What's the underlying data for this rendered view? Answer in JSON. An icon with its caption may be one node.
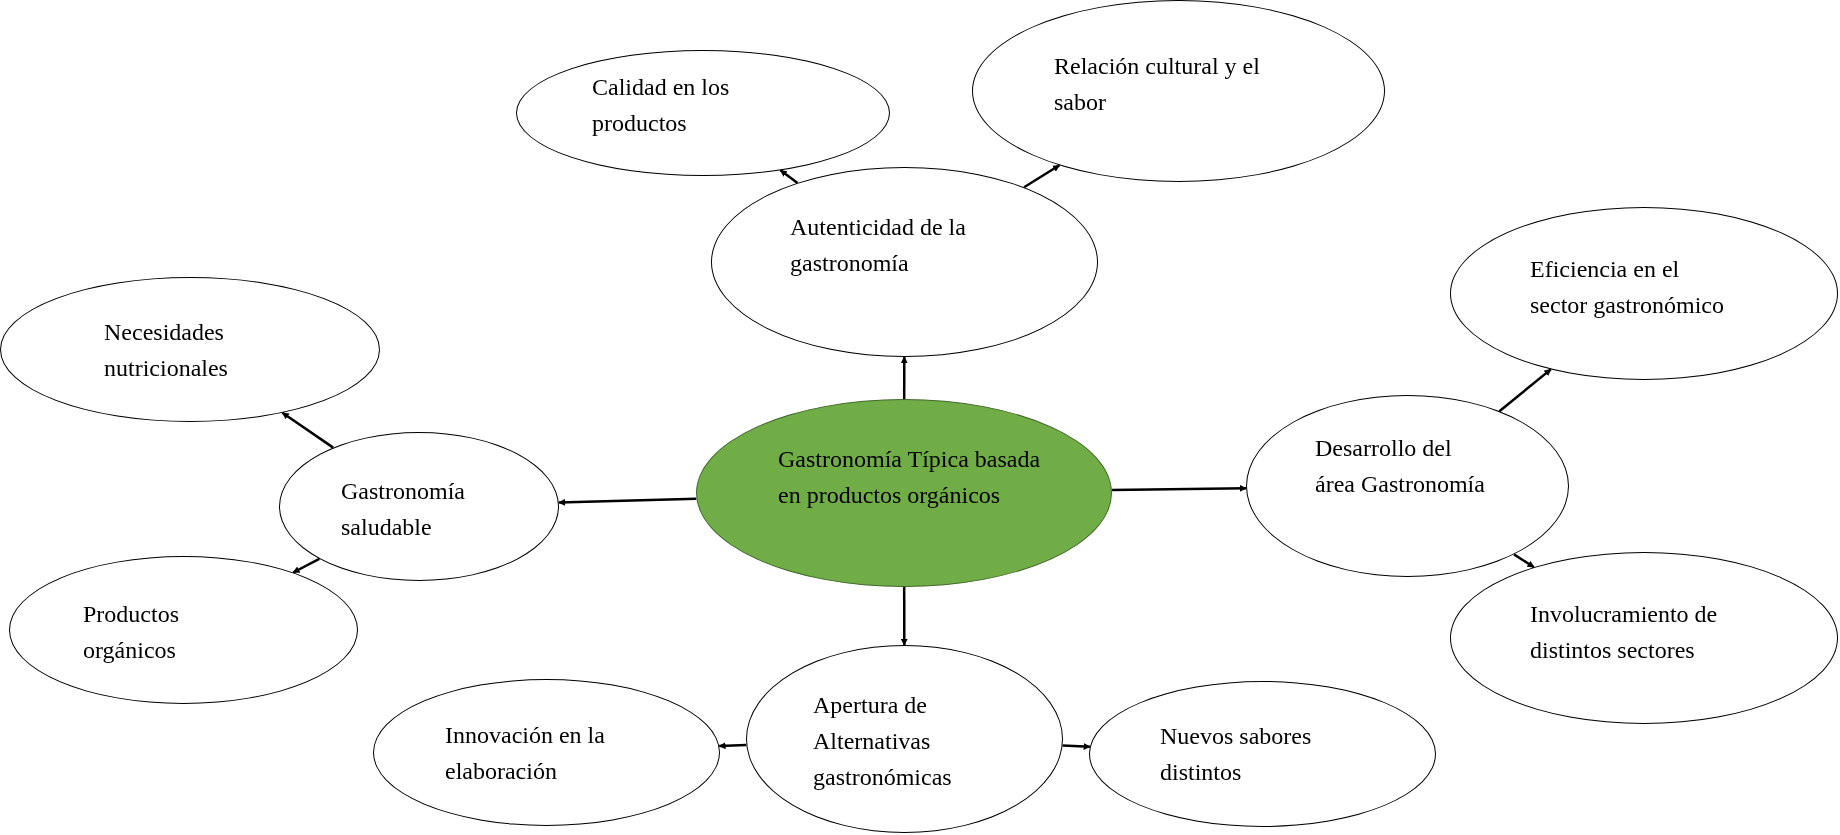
{
  "diagram": {
    "nodes": [
      {
        "text": [
          "Gastronomía Típica basada en productos orgánicos"
        ]
      },
      {
        "text": [
          "Autenticidad de la gastronomía"
        ]
      },
      {
        "text": [
          "Calidad en los productos"
        ]
      },
      {
        "text": [
          "Relación cultural y el sabor"
        ]
      },
      {
        "text": [
          "Gastronomía saludable"
        ]
      },
      {
        "text": [
          "Necesidades nutricionales"
        ]
      },
      {
        "text": [
          "Productos orgánicos"
        ]
      },
      {
        "text": [
          "Desarrollo del área Gastronomía"
        ]
      },
      {
        "text": [
          "Eficiencia en el sector gastronómico"
        ]
      },
      {
        "text": [
          "Involucramiento de distintos sectores"
        ]
      },
      {
        "text": [
          "Apertura de Alternativas gastronómicas"
        ]
      },
      {
        "text": [
          "Innovación en la elaboración"
        ]
      },
      {
        "text": [
          "Nuevos sabores distintos"
        ]
      }
    ],
    "edges": [
      {
        "from": 0,
        "to": 1,
        "arrow": "to"
      },
      {
        "from": 0,
        "to": 4,
        "arrow": "to"
      },
      {
        "from": 0,
        "to": 7,
        "arrow": "to"
      },
      {
        "from": 0,
        "to": 10,
        "arrow": "to"
      },
      {
        "from": 1,
        "to": 2,
        "arrow": "to"
      },
      {
        "from": 1,
        "to": 3,
        "arrow": "to"
      },
      {
        "from": 4,
        "to": 5,
        "arrow": "to"
      },
      {
        "from": 4,
        "to": 6,
        "arrow": "to"
      },
      {
        "from": 7,
        "to": 8,
        "arrow": "to"
      },
      {
        "from": 7,
        "to": 9,
        "arrow": "to"
      },
      {
        "from": 10,
        "to": 11,
        "arrow": "to"
      },
      {
        "from": 10,
        "to": 12,
        "arrow": "to"
      }
    ]
  }
}
